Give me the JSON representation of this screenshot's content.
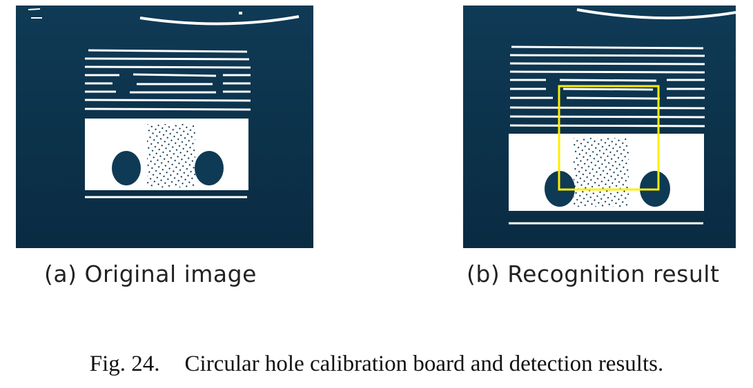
{
  "figure": {
    "label": "Fig. 24.",
    "caption": "Circular hole calibration board and detection results."
  },
  "subfigures": [
    {
      "tag": "(a)",
      "label": "Original image"
    },
    {
      "tag": "(b)",
      "label": "Recognition result"
    }
  ],
  "colors": {
    "background_top": "#0f3a55",
    "background_bottom": "#0a2b42",
    "points": "#ffffff",
    "detection_box": "#ffee00"
  }
}
